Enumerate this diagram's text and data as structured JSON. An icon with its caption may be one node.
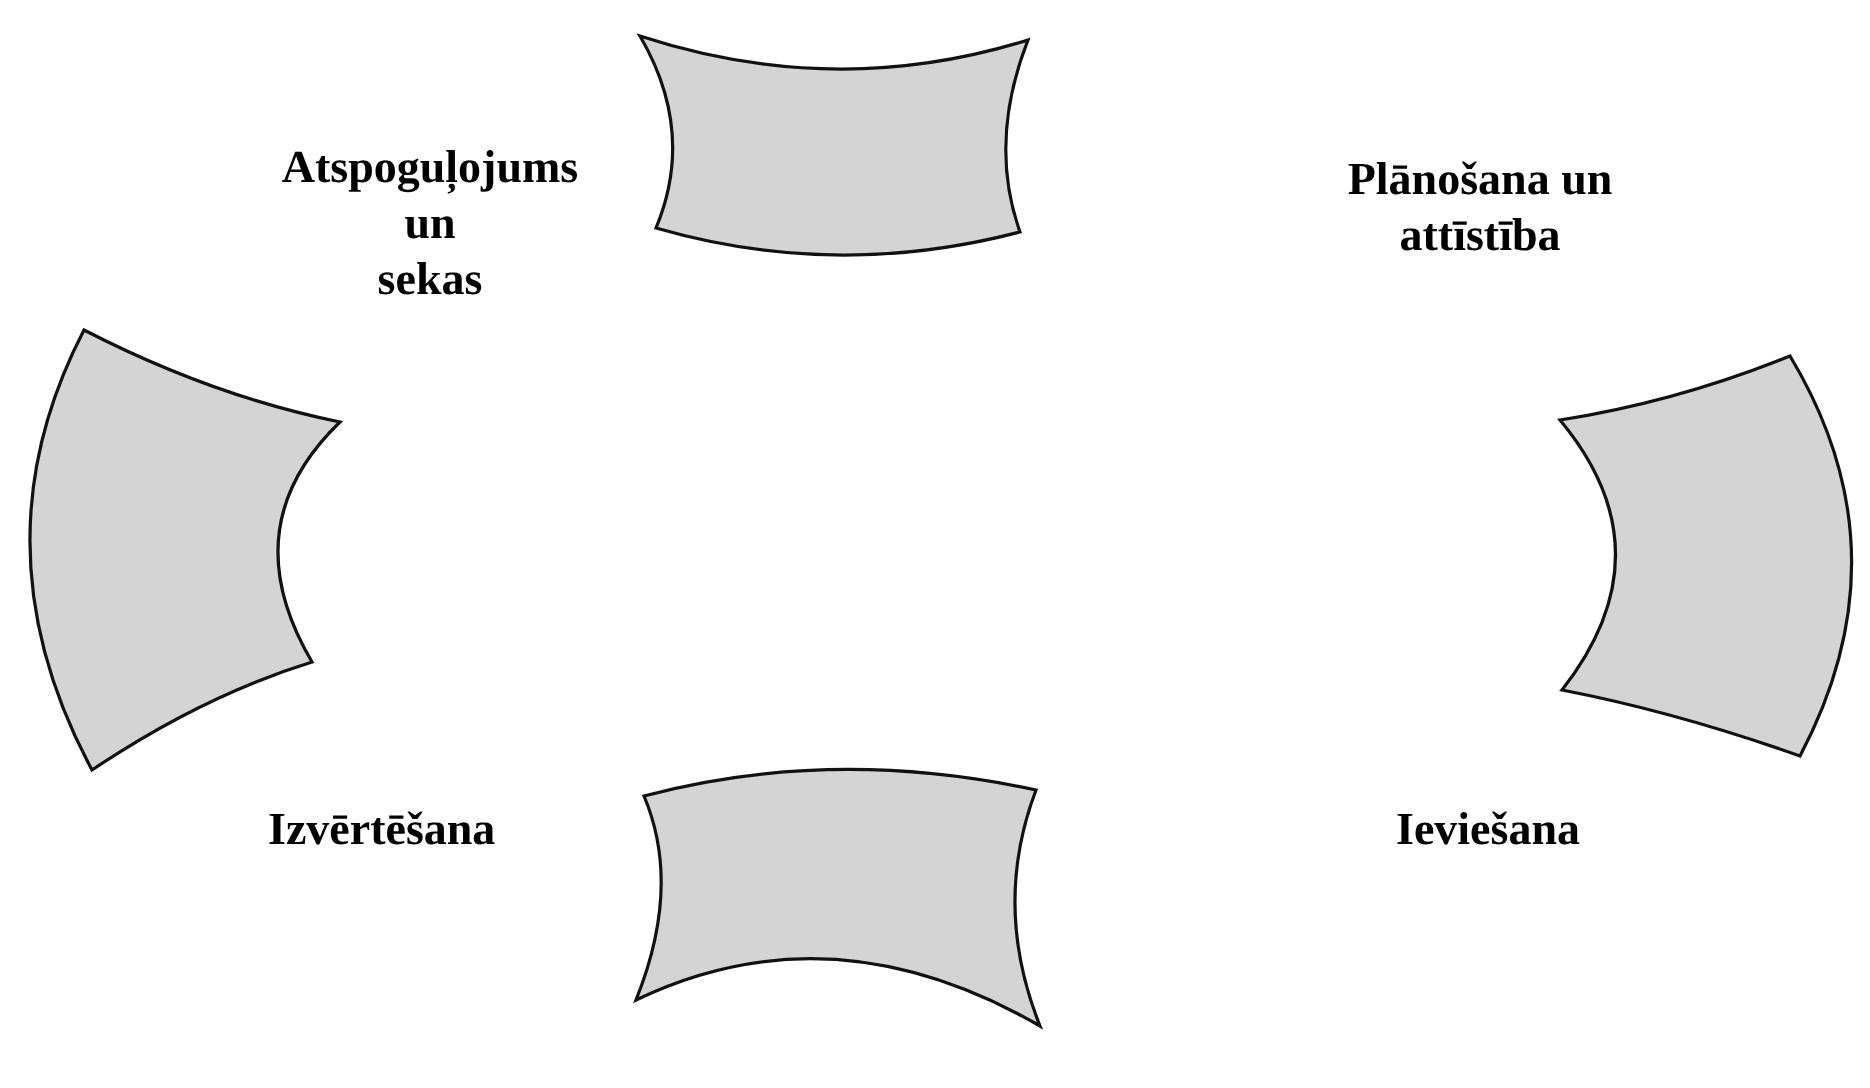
{
  "diagram": {
    "nodes": [
      {
        "text": [],
        "shape": "box"
      },
      {
        "text": [],
        "shape": "box"
      },
      {
        "text": [],
        "shape": "box"
      },
      {
        "text": [],
        "shape": "box"
      }
    ],
    "labels": [
      "Atspoguļojums un sekas",
      "Plānošana un attīstība",
      "Izvērtēšana",
      "Ieviešana"
    ]
  }
}
